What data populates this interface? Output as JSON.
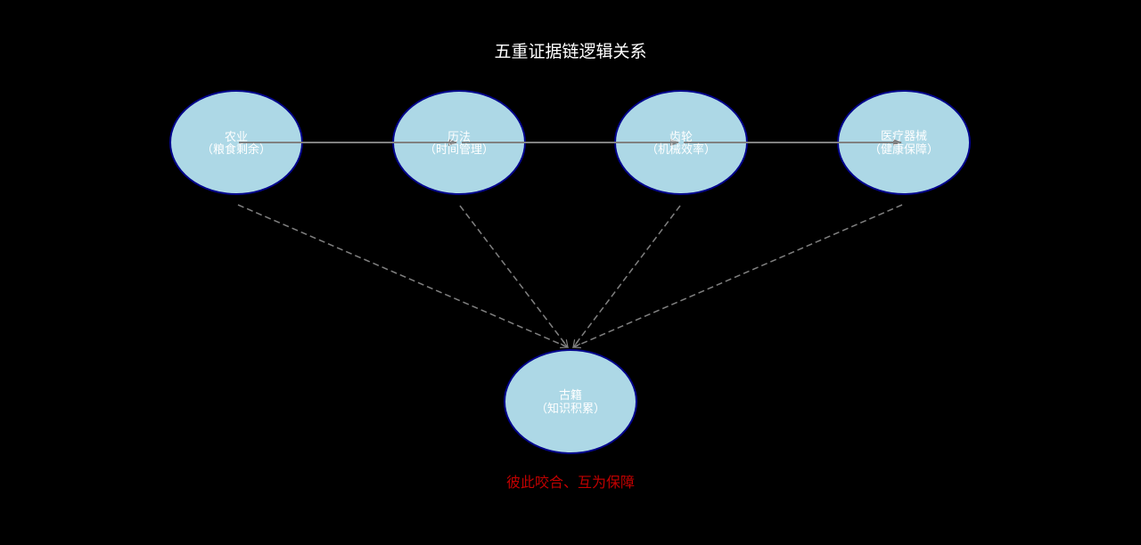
{
  "title": "五重证据链逻辑关系",
  "nodes": [
    {
      "id": "agriculture",
      "label": "农业",
      "sublabel": "（粮食剩余）"
    },
    {
      "id": "calendar",
      "label": "历法",
      "sublabel": "（时间管理）"
    },
    {
      "id": "gears",
      "label": "齿轮",
      "sublabel": "（机械效率）"
    },
    {
      "id": "medical",
      "label": "医疗器械",
      "sublabel": "（健康保障）"
    },
    {
      "id": "classics",
      "label": "古籍",
      "sublabel": "（知识积累）"
    }
  ],
  "edges": [
    {
      "from": "agriculture",
      "to": "calendar",
      "style": "solid"
    },
    {
      "from": "calendar",
      "to": "gears",
      "style": "solid"
    },
    {
      "from": "gears",
      "to": "medical",
      "style": "solid"
    },
    {
      "from": "agriculture",
      "to": "classics",
      "style": "dashed"
    },
    {
      "from": "calendar",
      "to": "classics",
      "style": "dashed"
    },
    {
      "from": "gears",
      "to": "classics",
      "style": "dashed"
    },
    {
      "from": "medical",
      "to": "classics",
      "style": "dashed"
    }
  ],
  "caption": "彼此咬合、互为保障",
  "colors": {
    "background": "#000000",
    "node_fill": "#add8e6",
    "node_stroke": "#00008b",
    "edge": "#808080",
    "title": "#ffffff",
    "node_text": "#ffffff",
    "caption": "#c00000"
  }
}
